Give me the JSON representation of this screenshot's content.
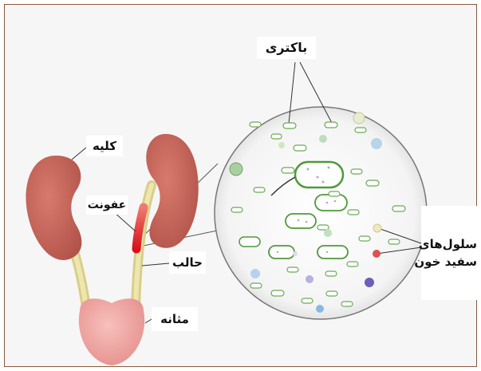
{
  "labels": {
    "bacteria": "باکتری",
    "kidney": "کلیه",
    "infection": "عفونت",
    "ureter": "حالب",
    "bladder": "مثانه",
    "wbc_line1": "سلول‌های",
    "wbc_line2": "سفید خون"
  },
  "colors": {
    "kidney": "#c8655a",
    "ureter": "#e4dc9c",
    "bladder": "#f0a4a0",
    "infection": "#e0262a",
    "bacteria_outline": "#4f9a3a",
    "circle_border": "#666666",
    "frame": "#8a5a3c"
  }
}
